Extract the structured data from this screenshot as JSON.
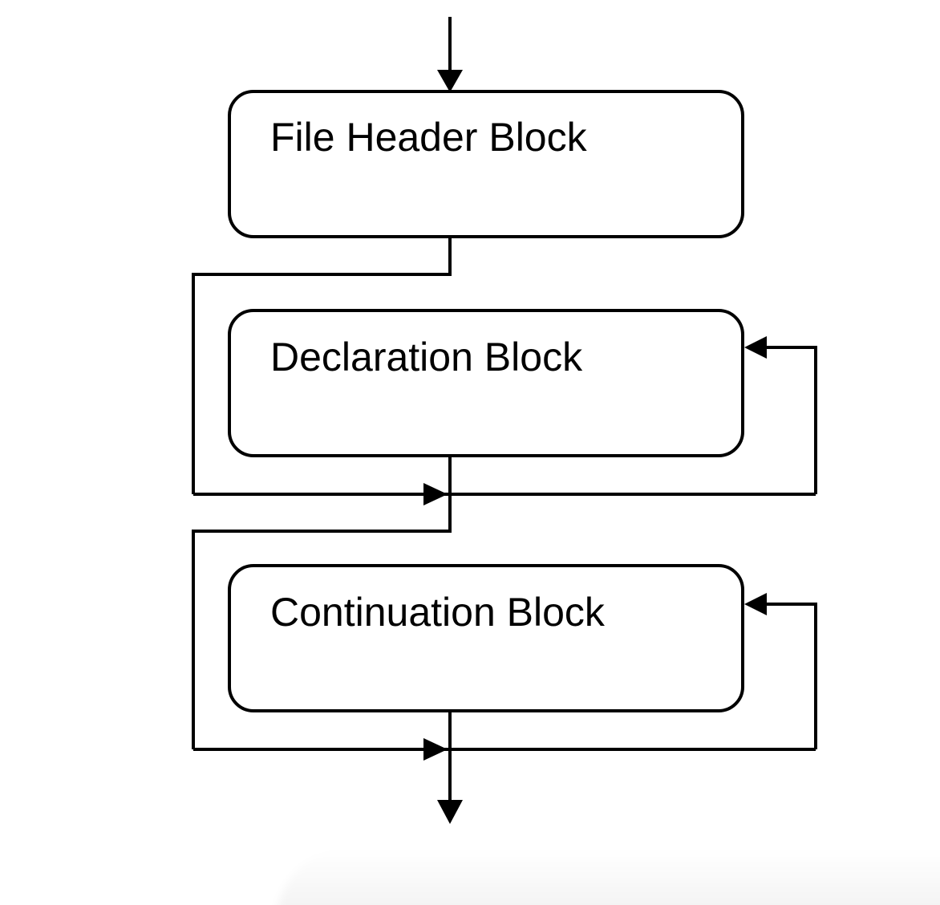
{
  "diagram": {
    "type": "flow-diagram",
    "nodes": [
      {
        "id": "file-header-block",
        "label": "File Header Block"
      },
      {
        "id": "declaration-block",
        "label": "Declaration Block"
      },
      {
        "id": "continuation-block",
        "label": "Continuation Block"
      }
    ],
    "edges": [
      {
        "name": "entry-arrow",
        "description": "arrow entering top of File Header Block"
      },
      {
        "name": "file-header-exit-bypass",
        "description": "line from File Header Block bottom going left and down to first merge line"
      },
      {
        "name": "merge-1-arrow",
        "description": "right-pointing arrow on first merge line"
      },
      {
        "name": "declaration-repeat-loop",
        "description": "loop from first merge line up into right side of Declaration Block, left-pointing arrow"
      },
      {
        "name": "declaration-exit-bypass",
        "description": "line from Declaration Block bottom going left and down to second merge line"
      },
      {
        "name": "merge-2-arrow",
        "description": "right-pointing arrow on second merge line"
      },
      {
        "name": "continuation-repeat-loop",
        "description": "loop from second merge line up into right side of Continuation Block, left-pointing arrow"
      },
      {
        "name": "exit-arrow",
        "description": "arrow exiting downward below second merge line"
      }
    ],
    "colors": {
      "stroke": "#000000",
      "text": "#000000",
      "background": "#ffffff",
      "bottom_shade": "#f3f3f3"
    }
  }
}
